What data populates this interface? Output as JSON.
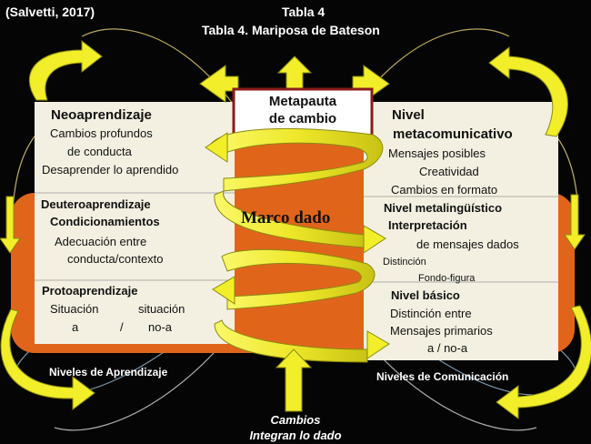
{
  "header": {
    "citation": "(Salvetti, 2017)",
    "table_label": "Tabla 4",
    "table_title": "Tabla 4. Mariposa de Bateson"
  },
  "meta": {
    "line1": "Metapauta",
    "line2": "de cambio"
  },
  "center_label": "Marco dado",
  "left": {
    "neo": {
      "title": "Neoaprendizaje",
      "lines": [
        "Cambios profundos",
        "de conducta",
        "Desaprender lo aprendido"
      ]
    },
    "deutero": {
      "title1": "Deuteroaprendizaje",
      "title2": "Condicionamientos",
      "lines": [
        "Adecuación entre",
        "conducta/contexto"
      ]
    },
    "proto": {
      "title": "Protoaprendizaje",
      "row1_left": "Situación",
      "row1_right": "situación",
      "row2_left": "a",
      "row2_mid": "/",
      "row2_right": "no-a"
    }
  },
  "right": {
    "meta_com": {
      "title1": "Nivel",
      "title2": "metacomunicativo",
      "lines": [
        "Mensajes posibles",
        "Creatividad",
        "Cambios en formato"
      ]
    },
    "metaling": {
      "title1": "Nivel  metalingüístico",
      "title2": "Interpretación",
      "line1": "de mensajes dados",
      "line2": "Distinción",
      "line3": "Fondo-figura"
    },
    "basic": {
      "title": "Nivel  básico",
      "lines": [
        "Distinción entre",
        "Mensajes primarios",
        "a   /   no-a"
      ]
    }
  },
  "footer": {
    "left_label": "Niveles de Aprendizaje",
    "right_label": "Niveles de Comunicación",
    "bottom_line1": "Cambios",
    "bottom_line2": "Integran lo dado"
  },
  "colors": {
    "panel": "#f3f0e1",
    "orange": "#e0651b",
    "yellow": "#f2ee2a",
    "yellow_edge": "#8a8a10",
    "meta_border": "#8b1a1a"
  }
}
